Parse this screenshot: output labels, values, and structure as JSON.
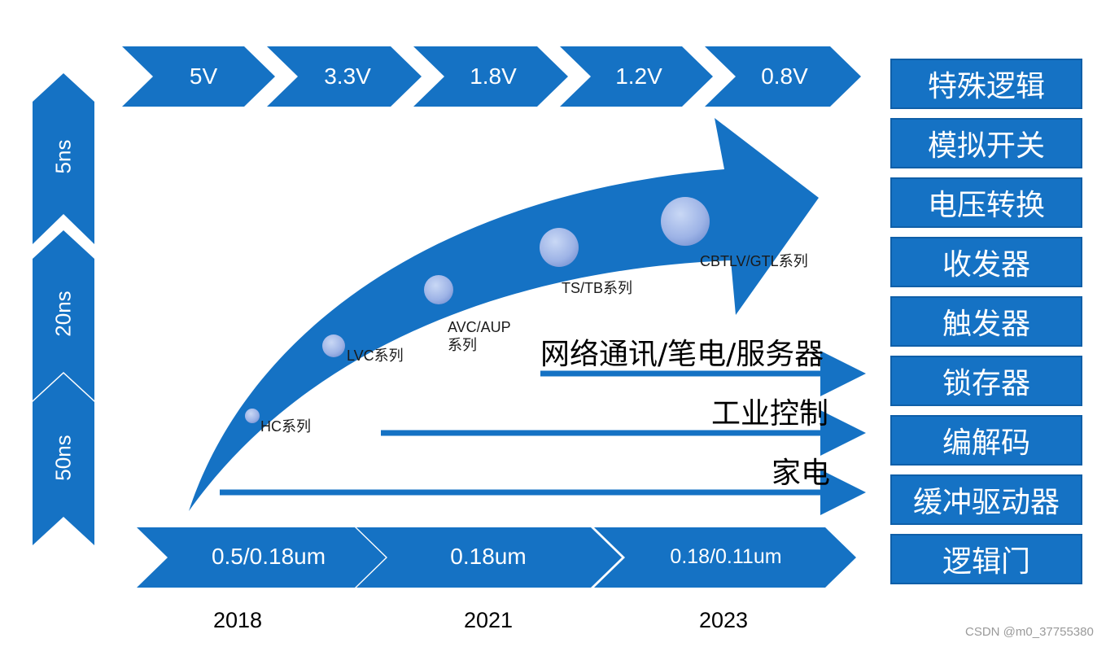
{
  "voltage_chevrons": [
    "5V",
    "3.3V",
    "1.8V",
    "1.2V",
    "0.8V"
  ],
  "process_chevrons": [
    "0.5/0.18um",
    "0.18um",
    "0.18/0.11um"
  ],
  "years": [
    "2018",
    "2021",
    "2023"
  ],
  "speed_chevrons": [
    "5ns",
    "20ns",
    "50ns"
  ],
  "product_types": [
    "特殊逻辑",
    "模拟开关",
    "电压转换",
    "收发器",
    "触发器",
    "锁存器",
    "编解码",
    "缓冲驱动器",
    "逻辑门"
  ],
  "series": [
    {
      "label": "HC系列"
    },
    {
      "label": "LVC系列"
    },
    {
      "label": "AVC/AUP\n系列"
    },
    {
      "label": "TS/TB系列"
    },
    {
      "label": "CBTLV/GTL系列"
    }
  ],
  "markets": [
    "网络通讯/笔电/服务器",
    "工业控制",
    "家电"
  ],
  "watermark": "CSDN @m0_37755380",
  "colors": {
    "primary": "#1572c4",
    "dark": "#0f5fa8",
    "bubble": "#9db6e8"
  }
}
